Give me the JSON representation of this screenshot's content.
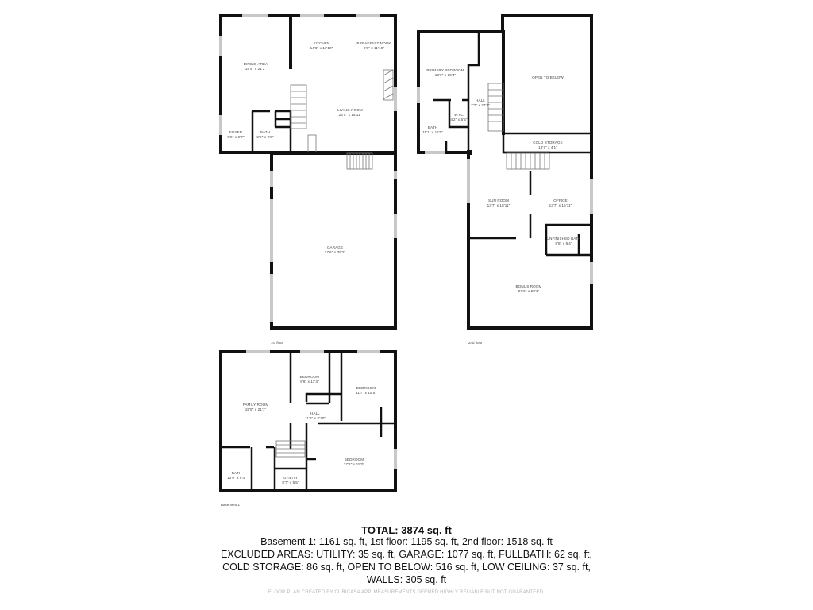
{
  "floors": {
    "first": {
      "name": "1st floor",
      "rooms": [
        {
          "name": "DINING AREA",
          "dim": "15'5\" x 21'2\""
        },
        {
          "name": "KITCHEN",
          "dim": "14'8\" x 11'10\""
        },
        {
          "name": "BREAKFAST NOOK",
          "dim": "8'8\" x 11'10\""
        },
        {
          "name": "LIVING ROOM",
          "dim": "23'5\" x 18'11\""
        },
        {
          "name": "FOYER",
          "dim": "9'9\" x 9'7\""
        },
        {
          "name": "BATH",
          "dim": "8'5\" x 9'5\""
        },
        {
          "name": "GARAGE",
          "dim": "27'6\" x 39'2\""
        }
      ]
    },
    "second": {
      "name": "2nd floor",
      "rooms": [
        {
          "name": "PRIMARY BEDROOM",
          "dim": "13'0\" x 15'4\""
        },
        {
          "name": "HALL",
          "dim": "7'7\" x 27'3\""
        },
        {
          "name": "W.I.C",
          "dim": "4'2\" x 5'5\""
        },
        {
          "name": "BATH",
          "dim": "11'1\" x 11'5\""
        },
        {
          "name": "OPEN TO BELOW",
          "dim": ""
        },
        {
          "name": "COLD STORAGE",
          "dim": "19'7\" x 4'1\""
        },
        {
          "name": "SUN ROOM",
          "dim": "13'7\" x 18'11\""
        },
        {
          "name": "OFFICE",
          "dim": "13'7\" x 15'11\""
        },
        {
          "name": "UNFINISHED BATH",
          "dim": "9'8\" x 6'4\""
        },
        {
          "name": "BONUS ROOM",
          "dim": "27'6\" x 23'1\""
        }
      ]
    },
    "basement": {
      "name": "Basement 1",
      "rooms": [
        {
          "name": "FAMILY ROOM",
          "dim": "15'5\" x 21'1\""
        },
        {
          "name": "BEDROOM",
          "dim": "8'6\" x 11'3\""
        },
        {
          "name": "BEDROOM",
          "dim": "11'7\" x 15'5\""
        },
        {
          "name": "HALL",
          "dim": "11'6\" x 3'10\""
        },
        {
          "name": "BEDROOM",
          "dim": "17'2\" x 15'0\""
        },
        {
          "name": "BATH",
          "dim": "12'0\" x 9'4\""
        },
        {
          "name": "UTILITY",
          "dim": "8'7\" x 5'5\""
        }
      ]
    }
  },
  "summary": {
    "total": "TOTAL: 3874 sq. ft",
    "floors_line": "Basement 1: 1161 sq. ft, 1st floor: 1195 sq. ft, 2nd floor: 1518 sq. ft",
    "excluded_line1": "EXCLUDED AREAS: UTILITY: 35 sq. ft, GARAGE: 1077 sq. ft, FULLBATH: 62 sq. ft,",
    "excluded_line2": "COLD STORAGE: 86 sq. ft, OPEN TO BELOW: 516 sq. ft, LOW CEILING: 37 sq. ft,",
    "excluded_line3": "WALLS: 305 sq. ft",
    "credit": "FLOOR PLAN CREATED BY CUBICASA APP. MEASUREMENTS DEEMED HIGHLY RELIABLE BUT NOT GUARANTEED."
  }
}
